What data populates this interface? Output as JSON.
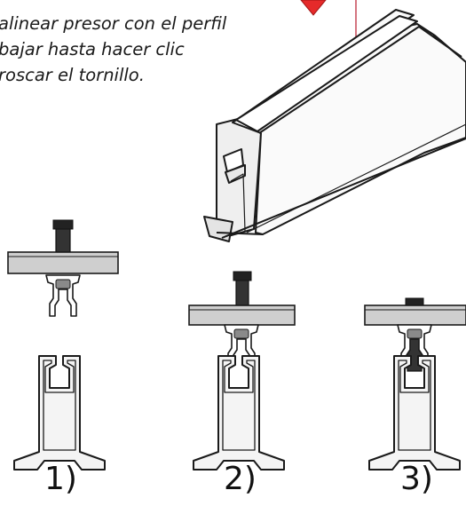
{
  "instructions": {
    "line1": "alinear presor con el perfil",
    "line2": "bajar hasta hacer clic",
    "line3": "roscar el tornillo."
  },
  "steps": [
    {
      "label": "1)"
    },
    {
      "label": "2)"
    },
    {
      "label": "3)"
    }
  ],
  "colors": {
    "stroke": "#1a1a1a",
    "panel": "#cfcfcf",
    "profile": "#f4f4f4",
    "bolt": "#333333",
    "arrow": "#e52a2a",
    "pointer_line": "#c23a4a"
  }
}
